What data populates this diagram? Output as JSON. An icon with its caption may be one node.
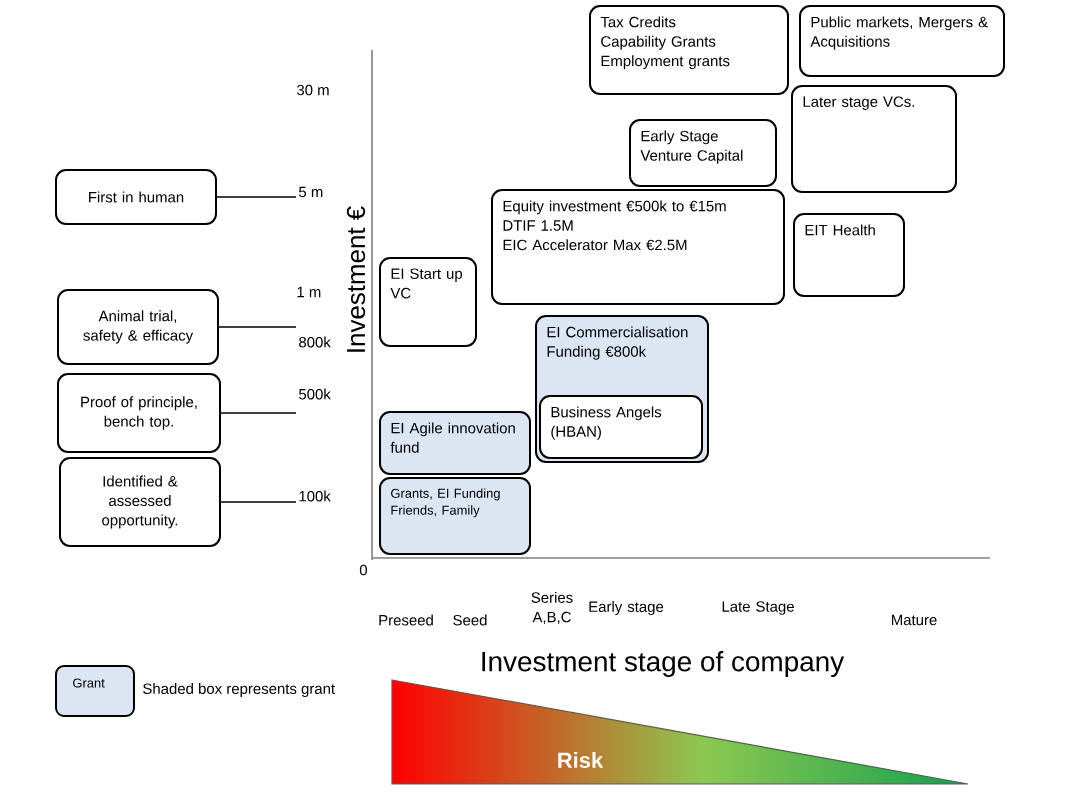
{
  "diagram": {
    "nodes": [
      {
        "text": [
          "First in human"
        ]
      },
      {
        "text": [
          "Animal trial, safety & efficacy"
        ]
      },
      {
        "text": [
          "Proof of principle, bench top."
        ]
      },
      {
        "text": [
          "Identified & assessed opportunity."
        ]
      },
      {
        "text": [
          "Tax Credits",
          "Capability Grants",
          "Employment grants"
        ]
      },
      {
        "text": [
          "Public markets, Mergers & Acquisitions"
        ]
      },
      {
        "text": [
          "Later stage VCs."
        ]
      },
      {
        "text": [
          "Early Stage Venture Capital"
        ]
      },
      {
        "text": [
          "Equity investment  €500k to €15m",
          "DTIF 1.5M",
          "EIC Accelerator Max €2.5M"
        ]
      },
      {
        "text": [
          "EIT Health"
        ]
      },
      {
        "text": [
          "EI Start up VC"
        ]
      },
      {
        "text": [
          "EI Commercialisation Funding €800k"
        ]
      },
      {
        "text": [
          "Business Angels (HBAN)"
        ],
        "in": 11
      },
      {
        "text": [
          "EI Agile innovation fund"
        ]
      },
      {
        "text": [
          "Grants, EI Funding Friends, Family"
        ]
      },
      {
        "text": [
          "Risk"
        ]
      },
      {
        "text": [
          "5 m"
        ]
      },
      {
        "text": [
          "800k"
        ]
      },
      {
        "text": [
          "500k"
        ]
      },
      {
        "text": [
          "100k"
        ]
      }
    ],
    "edges": [
      {
        "from": 0,
        "to": 16,
        "arrow": "none"
      },
      {
        "from": 1,
        "to": 17,
        "arrow": "none"
      },
      {
        "from": 2,
        "to": 18,
        "arrow": "none"
      },
      {
        "from": 3,
        "to": 19,
        "arrow": "none"
      }
    ],
    "labels": [
      "30 m",
      "1 m",
      "0",
      "Investment €",
      "Preseed",
      "Seed",
      "Series A,B,C",
      "Early stage",
      "Late Stage",
      "Mature",
      "Investment stage of company",
      "Grant"
    ],
    "legend": [
      {
        "text": "Shaded box represents grant",
        "color": "#dce6f2"
      }
    ]
  }
}
